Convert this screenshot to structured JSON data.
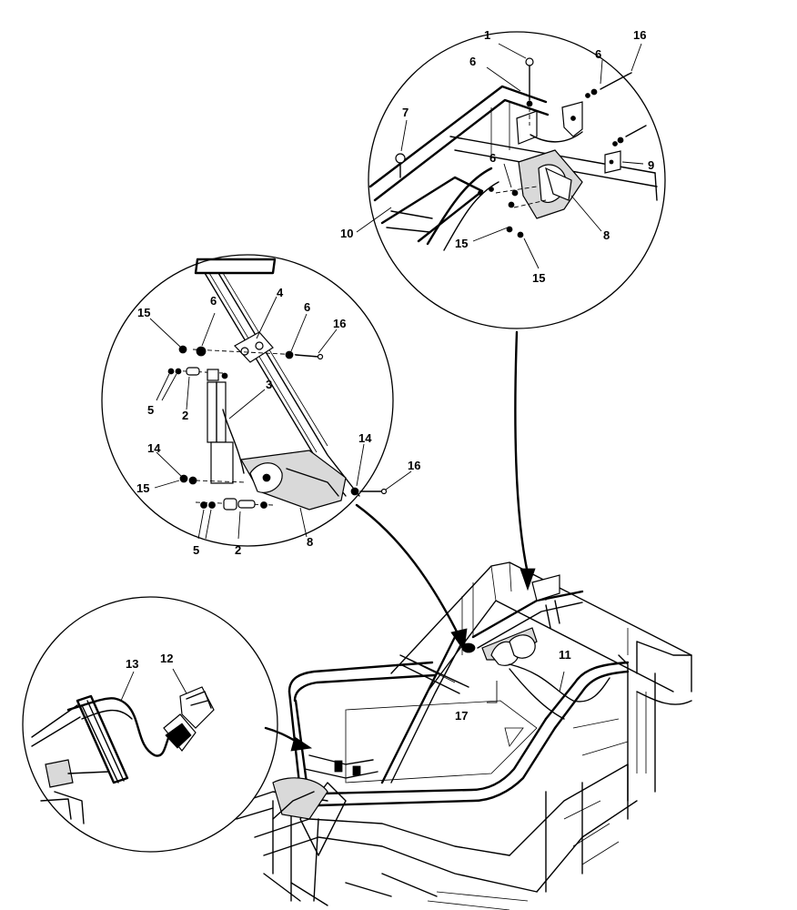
{
  "callouts": {
    "top": {
      "labels": [
        "1",
        "16",
        "6",
        "6",
        "7",
        "6",
        "9",
        "10",
        "8",
        "15",
        "15"
      ]
    },
    "middle": {
      "labels": [
        "4",
        "6",
        "15",
        "6",
        "16",
        "3",
        "5",
        "2",
        "14",
        "14",
        "16",
        "15",
        "8",
        "5",
        "2"
      ]
    },
    "bottom": {
      "labels": [
        "13",
        "12"
      ]
    }
  },
  "main_view": {
    "labels": [
      "11",
      "17"
    ]
  }
}
